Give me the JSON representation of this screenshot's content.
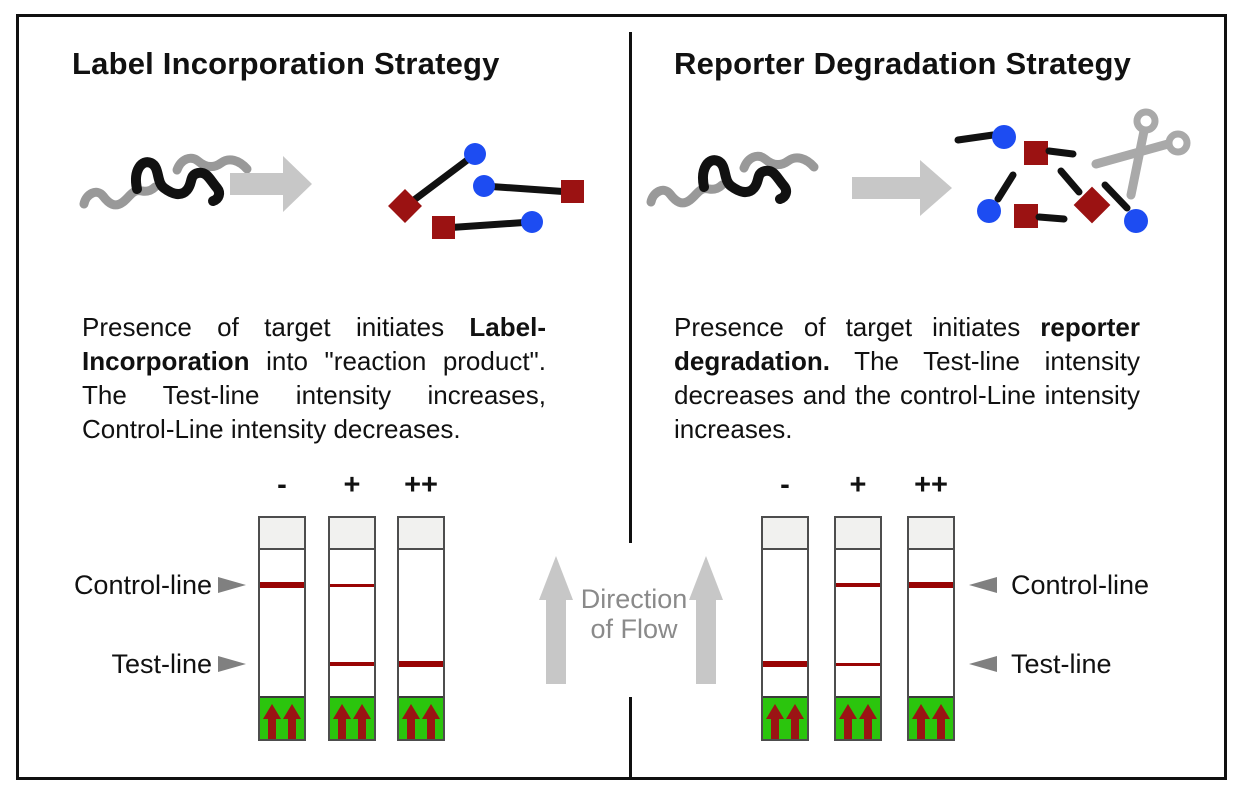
{
  "figure": {
    "panels": {
      "left": {
        "title": "Label Incorporation Strategy",
        "body": {
          "pre": "Presence of target initiates ",
          "bold": "Label-Incorporation",
          "post": " into \"reaction product\". The Test-line intensity increases, Control-Line intensity decreases."
        },
        "strips": [
          {
            "label": "-",
            "control": "strong",
            "test": "none"
          },
          {
            "label": "+",
            "control": "weak",
            "test": "medium"
          },
          {
            "label": "++",
            "control": "none",
            "test": "strong"
          }
        ]
      },
      "right": {
        "title": "Reporter Degradation Strategy",
        "body": {
          "pre": "Presence of target initiates ",
          "bold": "reporter degradation.",
          "post": " The Test-line intensity decreases and the control-Line intensity increases."
        },
        "strips": [
          {
            "label": "-",
            "control": "none",
            "test": "strong"
          },
          {
            "label": "+",
            "control": "medium",
            "test": "weak"
          },
          {
            "label": "++",
            "control": "strong",
            "test": "none"
          }
        ]
      }
    },
    "callouts": {
      "control": "Control-line",
      "test": "Test-line"
    },
    "flow": {
      "line1": "Direction",
      "line2": "of Flow"
    },
    "intensity_levels": {
      "none": 0,
      "weak": 3,
      "medium": 4,
      "strong": 6
    },
    "colors": {
      "line_red": "#990404",
      "pad_green": "#2bc50d",
      "arrow_red": "#9b1414",
      "reporter_blue": "#1d4cf2",
      "reporter_red": "#9b1212",
      "gray_arrow": "#c7c7c7",
      "flow_text_gray": "#8a8a8a"
    }
  }
}
